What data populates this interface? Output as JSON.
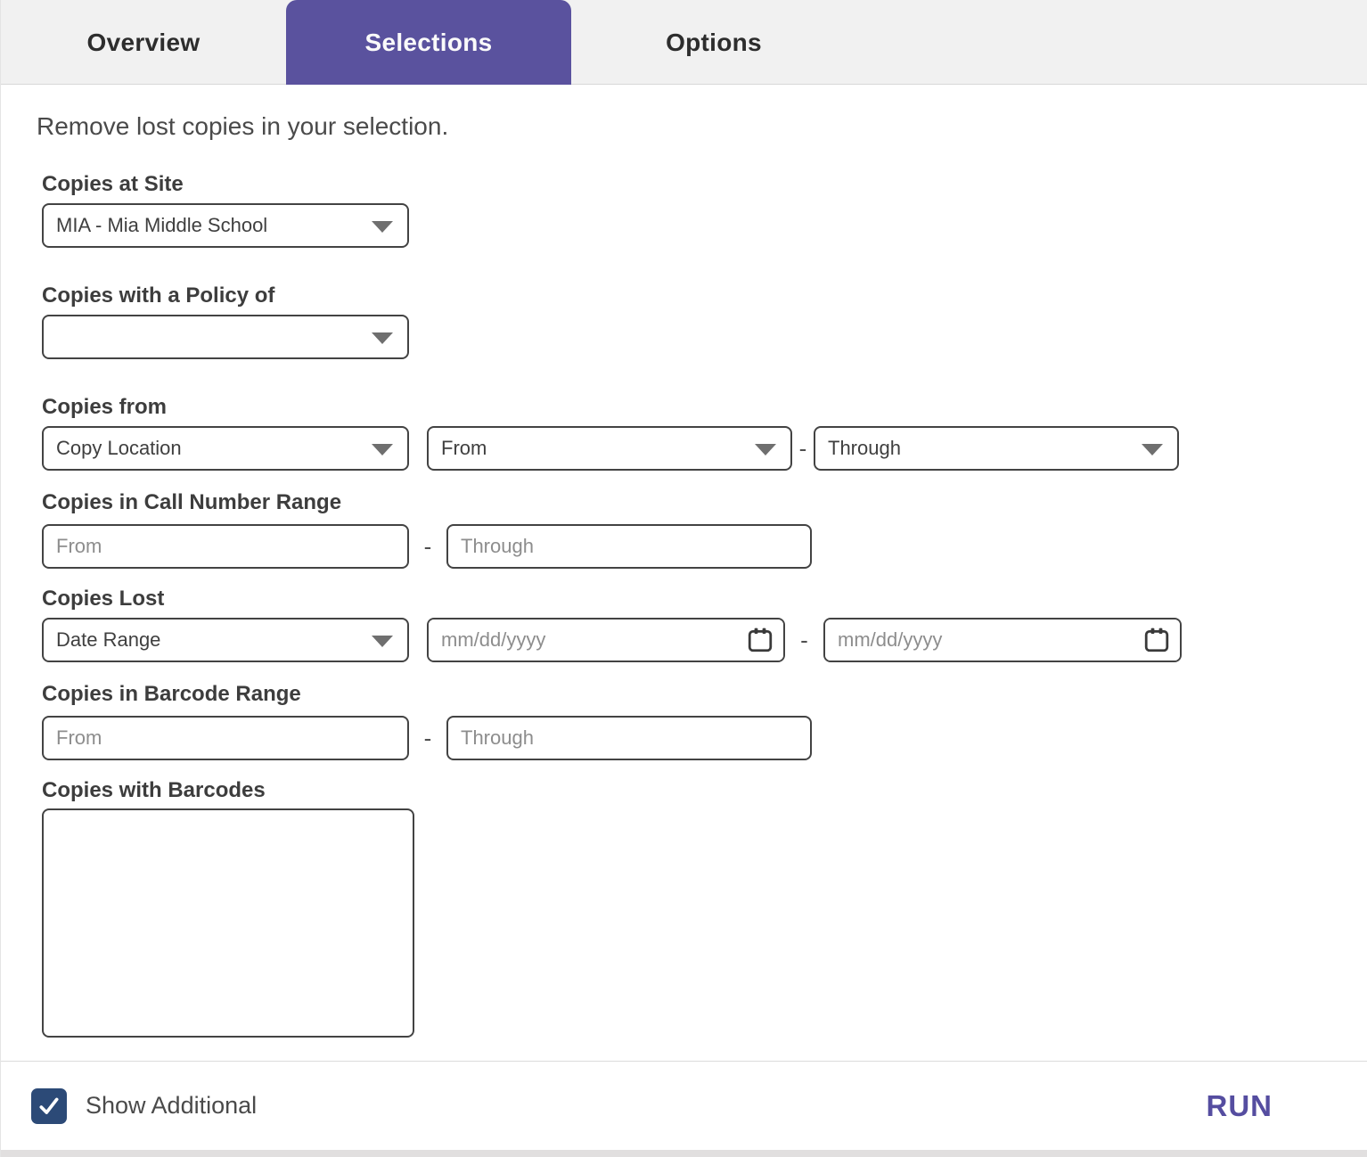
{
  "tabs": [
    {
      "label": "Overview",
      "active": false
    },
    {
      "label": "Selections",
      "active": true
    },
    {
      "label": "Options",
      "active": false
    }
  ],
  "heading": "Remove lost copies in your selection.",
  "form": {
    "copies_at_site": {
      "label": "Copies at Site",
      "value": "MIA - Mia Middle School"
    },
    "copies_with_policy": {
      "label": "Copies with a Policy of",
      "value": ""
    },
    "copies_from": {
      "label": "Copies from",
      "field_value": "Copy Location",
      "from_value": "From",
      "separator": "-",
      "through_value": "Through"
    },
    "call_number_range": {
      "label": "Copies in Call Number Range",
      "from_placeholder": "From",
      "separator": "-",
      "through_placeholder": "Through"
    },
    "copies_lost": {
      "label": "Copies Lost",
      "mode_value": "Date Range",
      "from_placeholder": "mm/dd/yyyy",
      "separator": "-",
      "through_placeholder": "mm/dd/yyyy"
    },
    "barcode_range": {
      "label": "Copies in Barcode Range",
      "from_placeholder": "From",
      "separator": "-",
      "through_placeholder": "Through"
    },
    "copies_with_barcodes": {
      "label": "Copies with Barcodes",
      "value": ""
    }
  },
  "footer": {
    "show_additional_label": "Show Additional",
    "show_additional_checked": true,
    "run_label": "RUN"
  },
  "colors": {
    "tab_active_bg": "#5a529e",
    "tab_bar_bg": "#f1f1f1",
    "input_border": "#434343",
    "checkbox_bg": "#2c4a77",
    "run_color": "#554da0"
  }
}
